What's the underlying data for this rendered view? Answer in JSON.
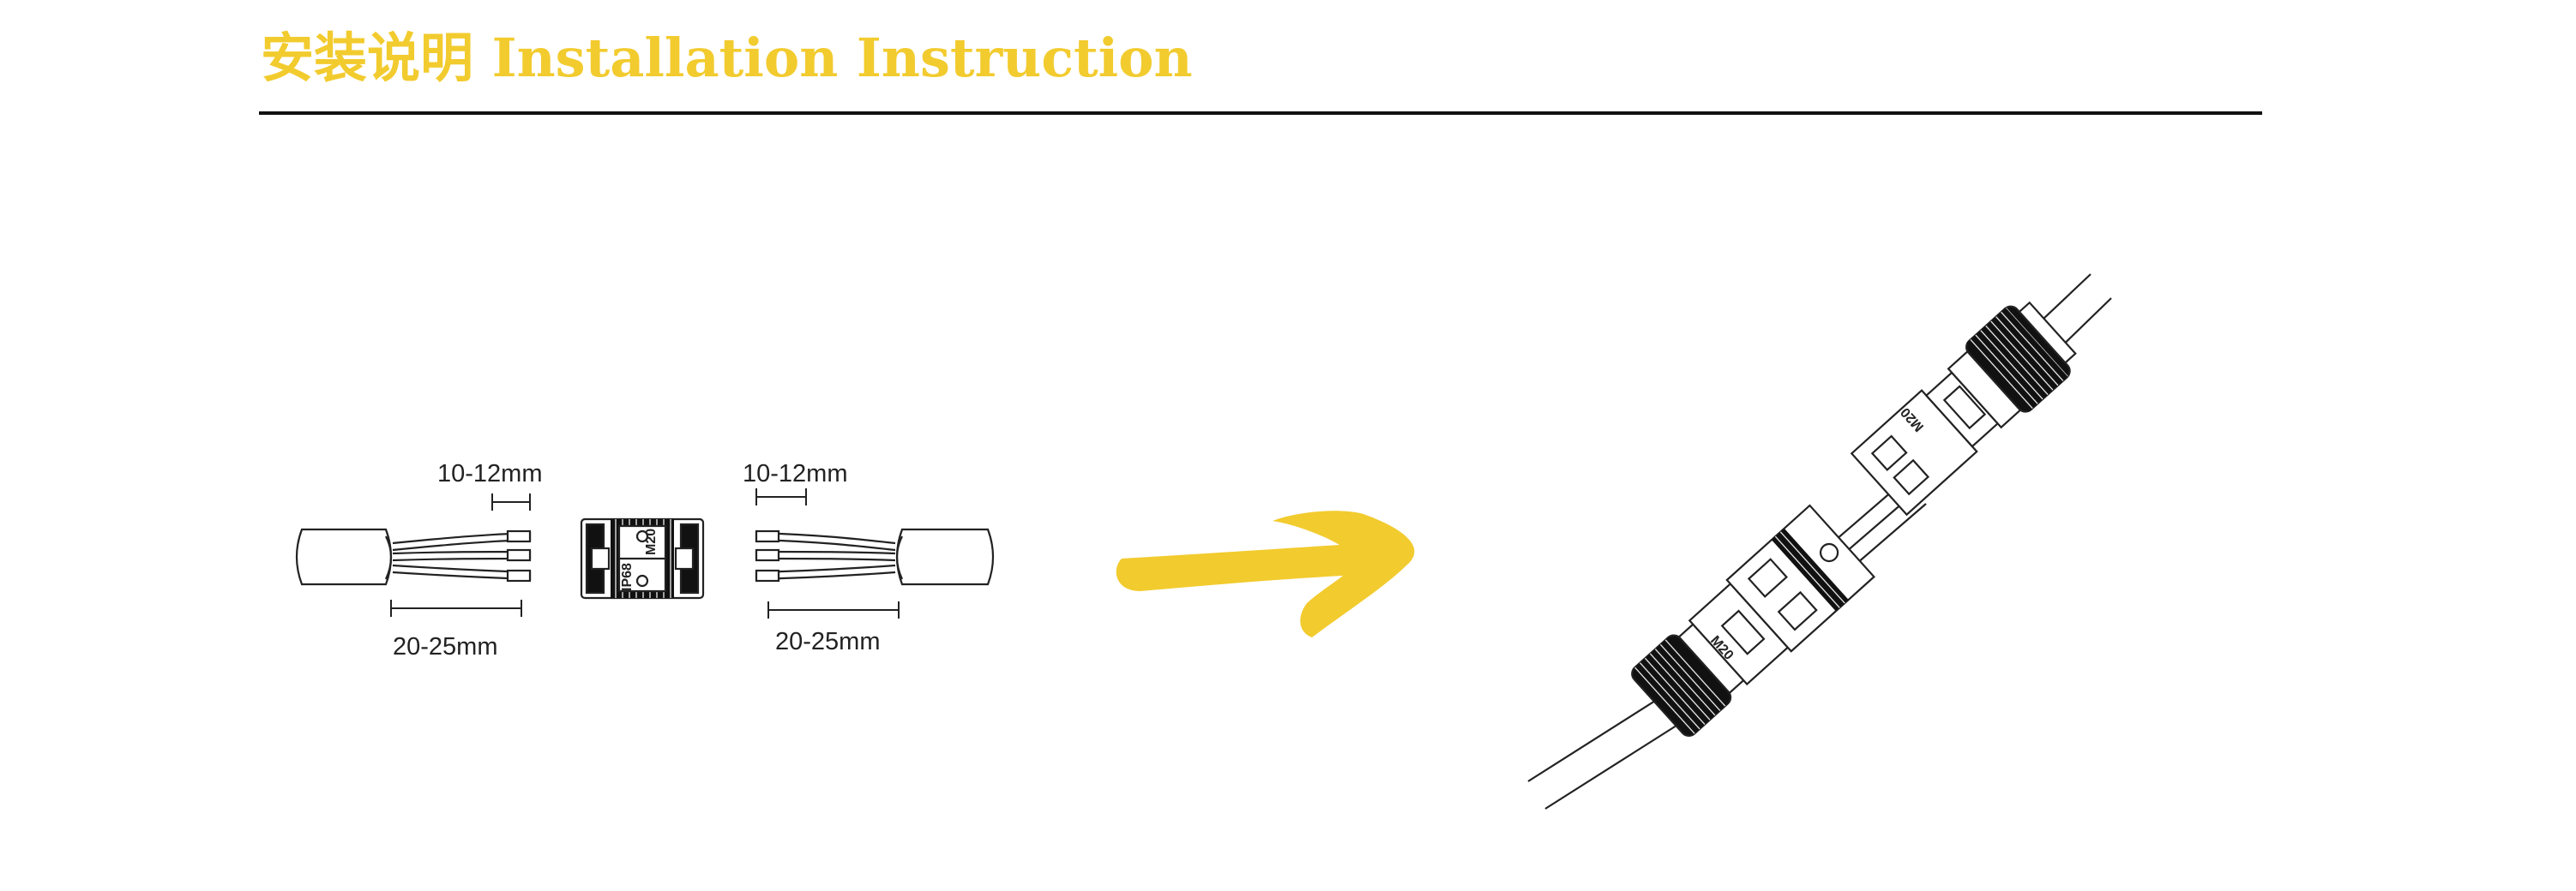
{
  "header": {
    "title": "安装说明 Installation Instruction"
  },
  "before": {
    "left_strip": "10-12mm",
    "left_length": "20-25mm",
    "right_strip": "10-12mm",
    "right_length": "20-25mm",
    "connector_marks": [
      "IP68",
      "M20"
    ]
  },
  "after": {
    "thread_labels": [
      "M20",
      "M20"
    ]
  },
  "colors": {
    "accent": "#f2cb2e",
    "line": "#111111",
    "rule": "#111111"
  },
  "icons": [
    "arrow-right-icon"
  ]
}
